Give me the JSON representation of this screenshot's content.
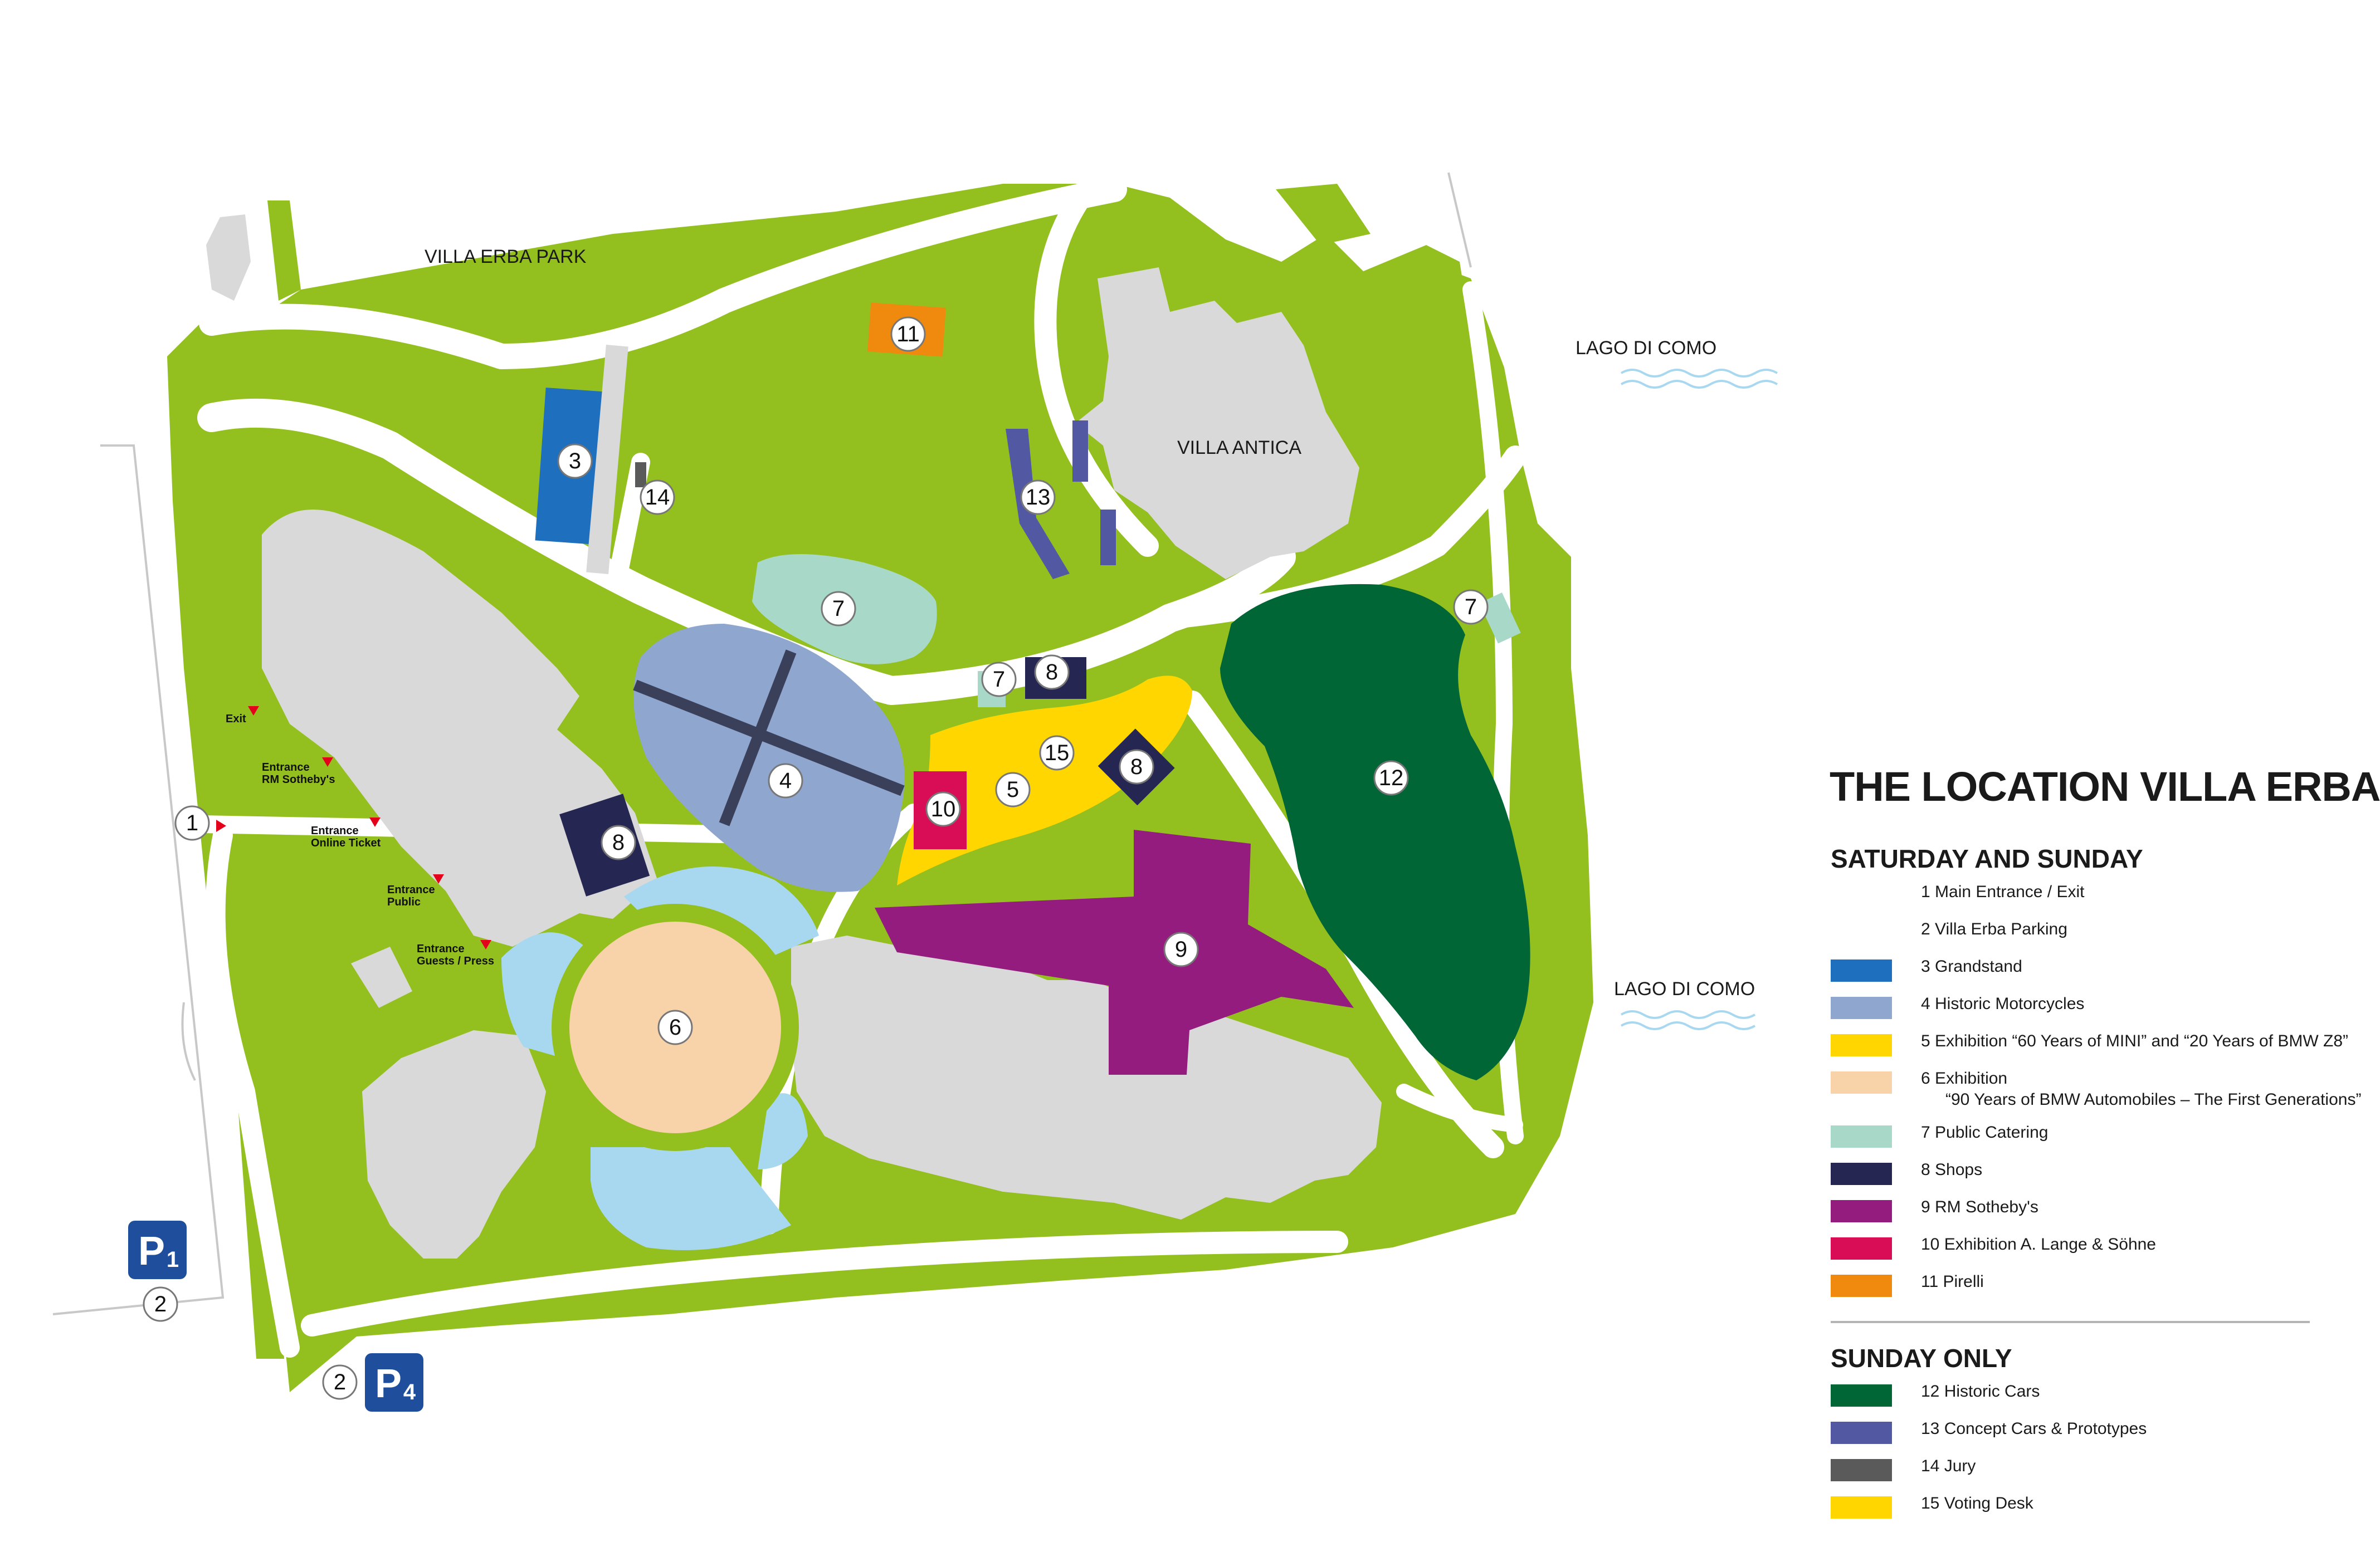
{
  "map": {
    "place_labels": {
      "park": "VILLA ERBA PARK",
      "villa": "VILLA ANTICA",
      "lake_top": "LAGO DI COMO",
      "lake_bottom": "LAGO DI COMO"
    },
    "entrances": {
      "exit": "Exit",
      "rm_line1": "Entrance",
      "rm_line2": "RM Sotheby's",
      "online_line1": "Entrance",
      "online_line2": "Online Ticket",
      "public_line1": "Entrance",
      "public_line2": "Public",
      "guests_line1": "Entrance",
      "guests_line2": "Guests / Press"
    },
    "parking": {
      "p1": "P1",
      "p4": "P4"
    },
    "markers": {
      "m1": "1",
      "m2a": "2",
      "m2b": "2",
      "m3": "3",
      "m4": "4",
      "m5": "5",
      "m6": "6",
      "m7a": "7",
      "m7b": "7",
      "m7c": "7",
      "m8a": "8",
      "m8b": "8",
      "m8c": "8",
      "m9": "9",
      "m10": "10",
      "m11": "11",
      "m12": "12",
      "m13": "13",
      "m14": "14",
      "m15": "15"
    }
  },
  "legend": {
    "title": "THE LOCATION VILLA ERBA",
    "saturday_sunday": {
      "heading": "SATURDAY AND SUNDAY",
      "items": [
        {
          "text": "1  Main Entrance / Exit",
          "color": ""
        },
        {
          "text": "2  Villa Erba Parking",
          "color": ""
        },
        {
          "text": "3  Grandstand",
          "color": "#1f6fbf"
        },
        {
          "text": "4  Historic Motorcycles",
          "color": "#8fa6cf"
        },
        {
          "text": "5  Exhibition “60 Years of MINI” and “20 Years of BMW Z8”",
          "color": "#ffd600"
        },
        {
          "text": "6  Exhibition",
          "text2": "“90 Years of BMW Automobiles – The First Generations”",
          "color": "#f8d3aa"
        },
        {
          "text": "7  Public Catering",
          "color": "#a8d8c8"
        },
        {
          "text": "8  Shops",
          "color": "#262653"
        },
        {
          "text": "9  RM Sotheby's",
          "color": "#951c7f"
        },
        {
          "text": "10  Exhibition A. Lange & Söhne",
          "color": "#d80d56"
        },
        {
          "text": "11  Pirelli",
          "color": "#ef8a0f"
        }
      ]
    },
    "sunday_only": {
      "heading": "SUNDAY ONLY",
      "items": [
        {
          "text": "12  Historic Cars",
          "color": "#006635"
        },
        {
          "text": "13  Concept Cars & Prototypes",
          "color": "#5358a3"
        },
        {
          "text": "14  Jury",
          "color": "#5a5a5a"
        },
        {
          "text": "15  Voting Desk",
          "color": "#ffd600"
        }
      ]
    }
  },
  "colors": {
    "grass": "#93c01f",
    "path": "#ffffff",
    "building": "#d9d9d9",
    "water": "#a8d8f0",
    "parking": "#1f4f9c",
    "arrow": "#e3001b"
  }
}
